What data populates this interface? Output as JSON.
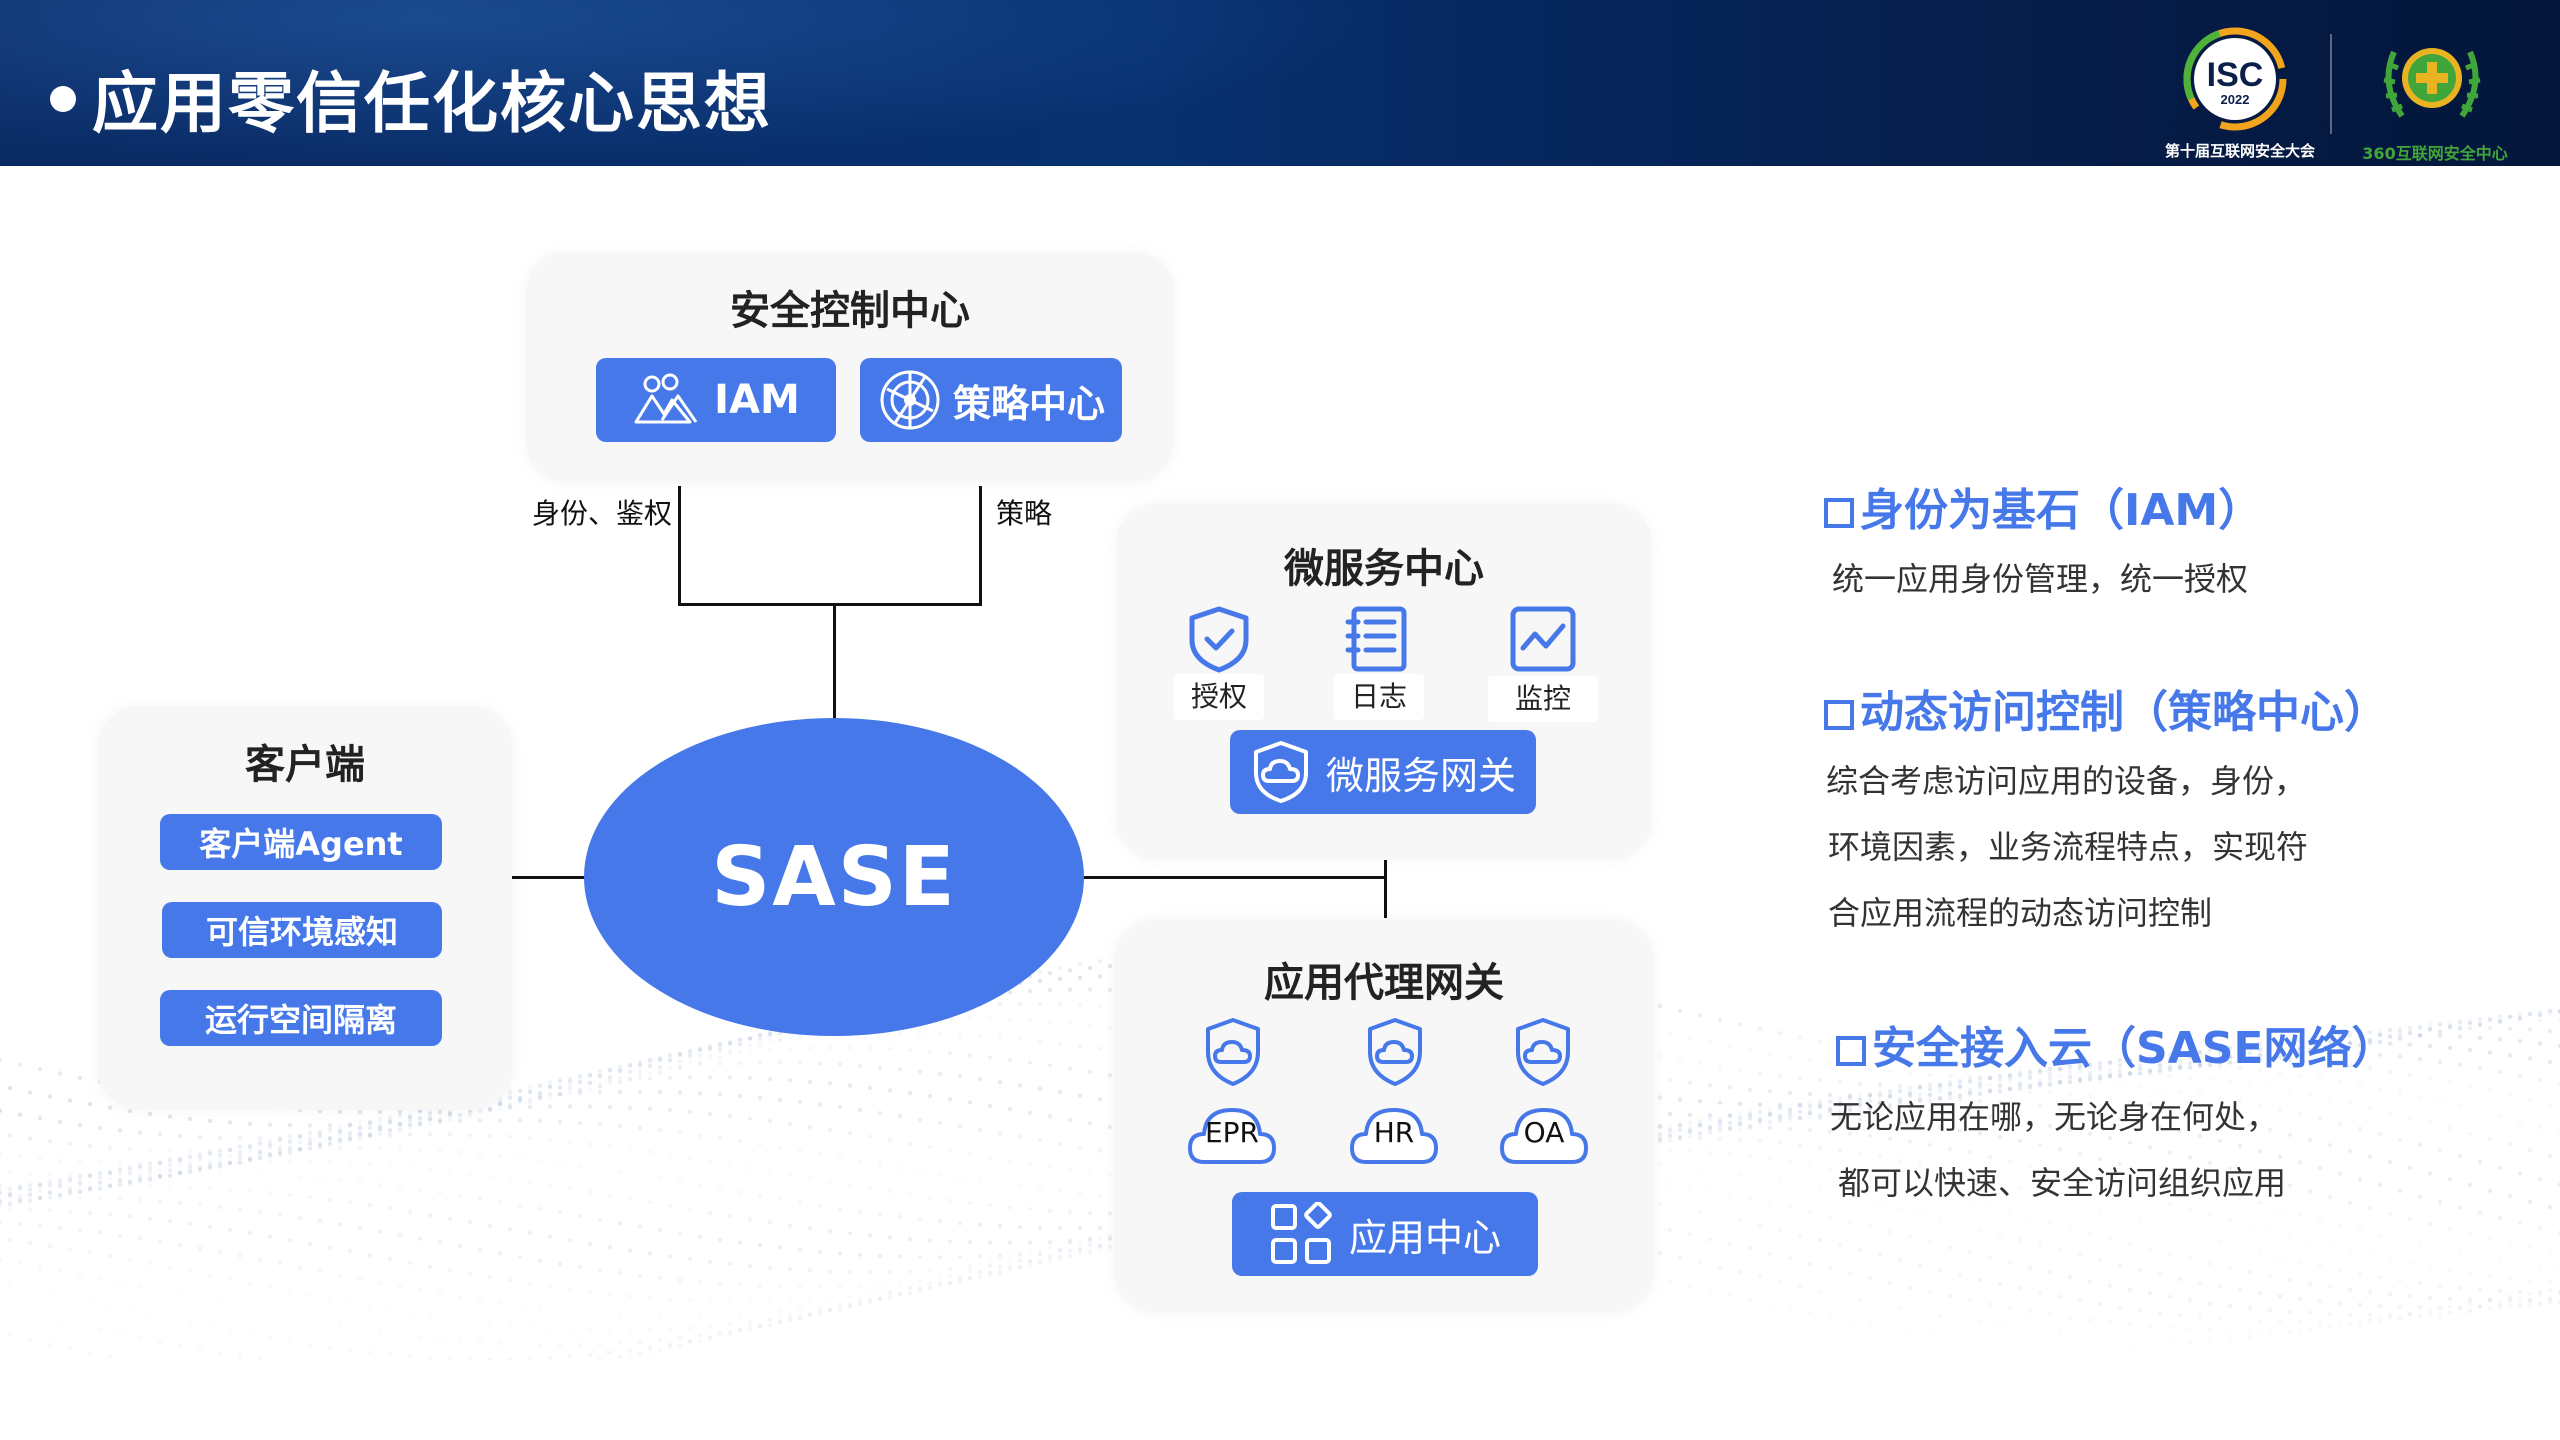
{
  "header": {
    "title": "应用零信任化核心思想",
    "isc_logo_text": "ISC",
    "isc_logo_year": "2022",
    "isc_logo_subtitle": "第十届互联网安全大会",
    "logo_360_subtitle": "360互联网安全中心"
  },
  "security_center": {
    "title": "安全控制中心",
    "iam_label": "IAM",
    "policy_label": "策略中心"
  },
  "connectors": {
    "identity_auth": "身份、鉴权",
    "policy": "策略"
  },
  "client": {
    "title": "客户端",
    "items": [
      "客户端Agent",
      "可信环境感知",
      "运行空间隔离"
    ]
  },
  "sase": {
    "label": "SASE"
  },
  "microservice": {
    "title": "微服务中心",
    "icons": [
      "授权",
      "日志",
      "监控"
    ],
    "gateway_label": "微服务网关"
  },
  "app_proxy": {
    "title": "应用代理网关",
    "apps": [
      "EPR",
      "HR",
      "OA"
    ],
    "app_center_label": "应用中心"
  },
  "principles": [
    {
      "heading": "身份为基石（IAM）",
      "lines": [
        "统一应用身份管理，统一授权"
      ]
    },
    {
      "heading": "动态访问控制（策略中心）",
      "lines": [
        "综合考虑访问应用的设备，身份，",
        "环境因素，业务流程特点，实现符",
        "合应用流程的动态访问控制"
      ]
    },
    {
      "heading": "安全接入云（SASE网络）",
      "lines": [
        "无论应用在哪，无论身在何处，",
        "都可以快速、安全访问组织应用"
      ]
    }
  ],
  "colors": {
    "accent": "#4678ea",
    "header_bg": "#07306f",
    "logo_green": "#41a63a"
  }
}
